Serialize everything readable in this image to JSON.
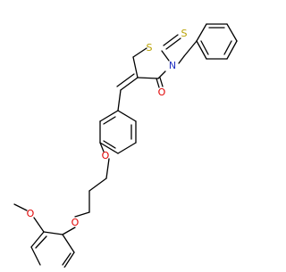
{
  "molecule": {
    "atoms": {
      "sulfur_ring": "S",
      "sulfur_thione": "S",
      "nitrogen": "N",
      "oxygen_carbonyl": "O",
      "oxygen_ether_1": "O",
      "oxygen_ether_2": "O",
      "oxygen_methoxy": "O"
    },
    "colors": {
      "sulfur": "#b8a000",
      "nitrogen": "#2030c0",
      "oxygen": "#e00000",
      "bond": "#000000"
    }
  }
}
